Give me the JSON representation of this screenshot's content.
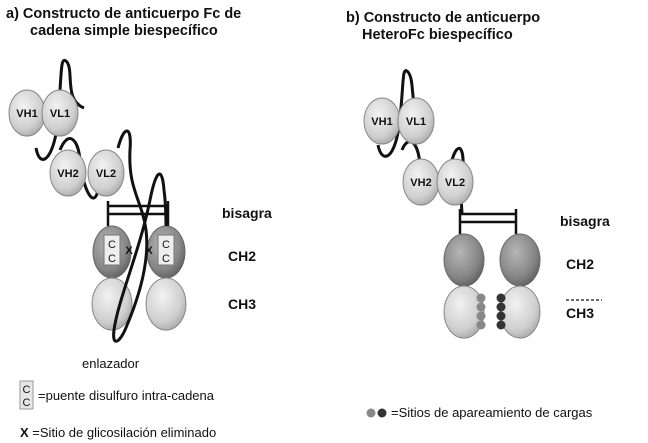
{
  "panel_a": {
    "title_line1": "a) Constructo de anticuerpo Fc de",
    "title_line2": "cadena simple biespecífico",
    "domains": [
      "VH1",
      "VL1",
      "VH2",
      "VL2"
    ],
    "hinge_label": "bisagra",
    "ch2_label": "CH2",
    "ch3_label": "CH3",
    "linker_label": "enlazador",
    "cc_glyph": "C",
    "x_glyph": "X"
  },
  "panel_b": {
    "title_line1": "b) Constructo de anticuerpo",
    "title_line2": "HeteroFc biespecífico",
    "domains": [
      "VH1",
      "VL1",
      "VH2",
      "VL2"
    ],
    "hinge_label": "bisagra",
    "ch2_label": "CH2",
    "ch3_label": "CH3"
  },
  "legend": {
    "disulfide_text": "=puente disulfuro intra-cadena",
    "glyco_symbol": "X",
    "glyco_text": "=Sitio de glicosilación eliminado",
    "charge_text": "=Sitios de apareamiento de cargas"
  },
  "colors": {
    "domain_light": "#cfcfcf",
    "ch2_dark": "#8a8a8a",
    "charge_light": "#888888",
    "charge_dark": "#333333"
  }
}
